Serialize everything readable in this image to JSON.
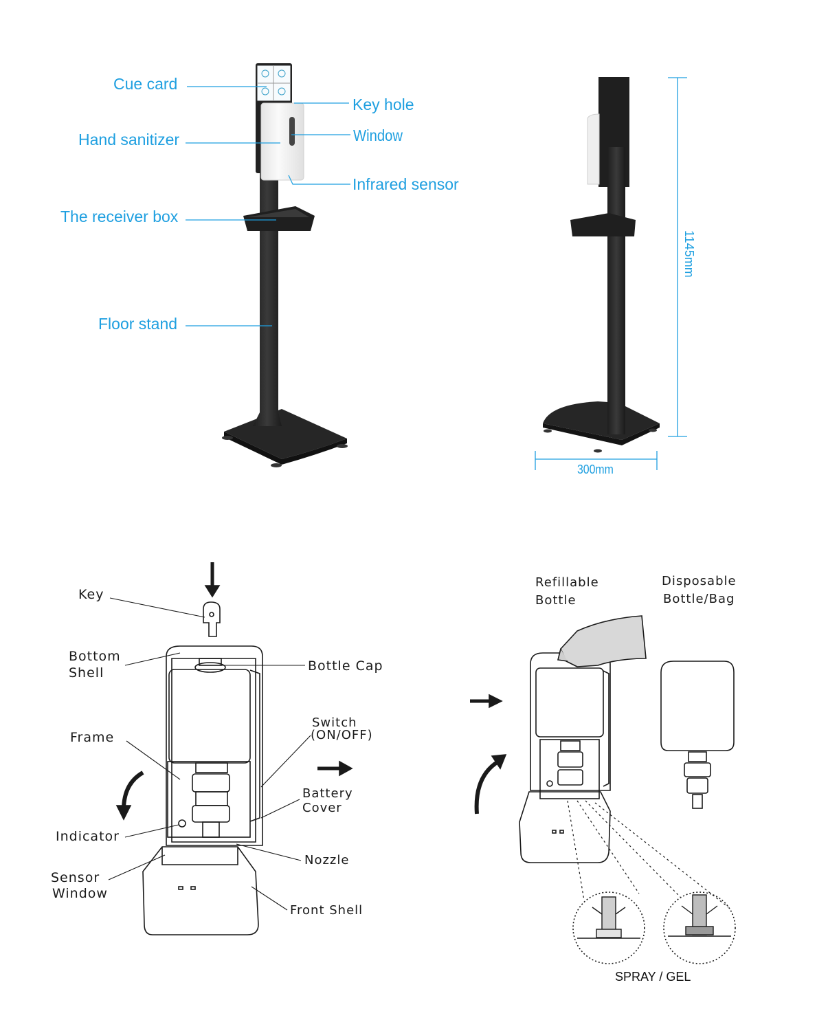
{
  "stand_labels": {
    "cue_card": "Cue card",
    "key_hole": "Key hole",
    "hand_sanitizer": "Hand sanitizer",
    "window": "Window",
    "infrared_sensor": "Infrared sensor",
    "receiver_box": "The receiver box",
    "floor_stand": "Floor stand"
  },
  "dimensions": {
    "height": "1145mm",
    "width": "300mm"
  },
  "dispenser_labels": {
    "key": "Key",
    "bottom_shell_1": "Bottom",
    "bottom_shell_2": "Shell",
    "bottle_cap": "Bottle Cap",
    "switch_1": "Switch",
    "switch_2": "(ON/OFF)",
    "frame": "Frame",
    "battery_cover_1": "Battery",
    "battery_cover_2": "Cover",
    "indicator": "Indicator",
    "nozzle": "Nozzle",
    "sensor_window_1": "Sensor",
    "sensor_window_2": "Window",
    "front_shell": "Front Shell"
  },
  "refill_labels": {
    "refillable_1": "Refillable",
    "refillable_2": "Bottle",
    "disposable_1": "Disposable",
    "disposable_2": "Bottle/Bag",
    "spray_gel": "SPRAY / GEL"
  },
  "colors": {
    "label_blue": "#1e9fe0",
    "stand_black": "#2a2a2a",
    "dispenser_white": "#f2f2f2",
    "line_art": "#1a1a1a"
  }
}
